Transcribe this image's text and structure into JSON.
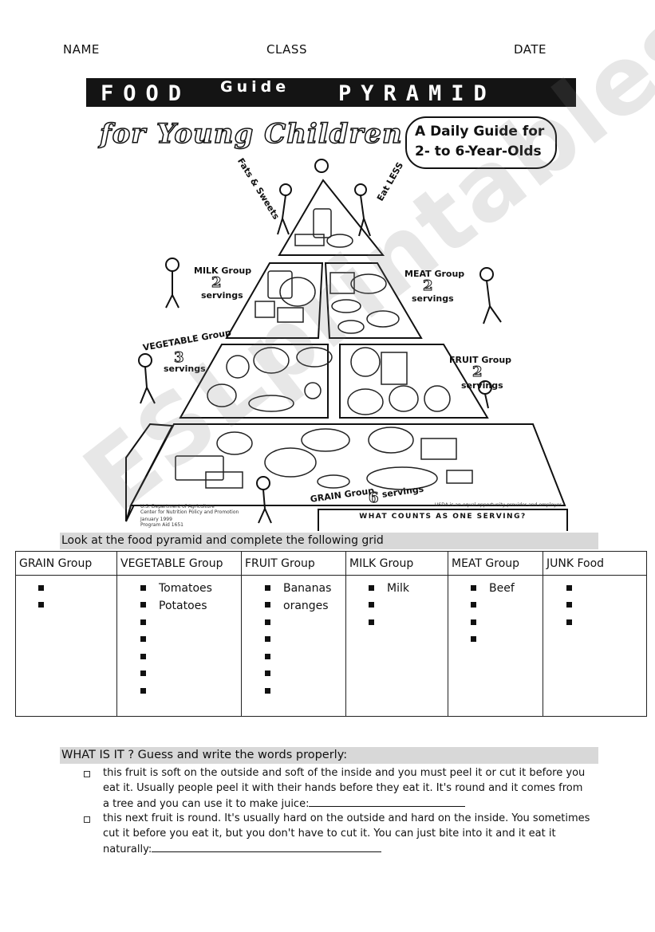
{
  "header": {
    "name_label": "NAME",
    "class_label": "CLASS",
    "date_label": "DATE"
  },
  "poster": {
    "title_food": "FOOD",
    "title_guide": "Guide",
    "title_pyramid": "PYRAMID",
    "subtitle": "for Young Children",
    "guide_line1": "A Daily Guide for",
    "guide_line2": "2- to 6-Year-Olds",
    "fats_label": "Fats & Sweets",
    "eat_less_label": "Eat LESS",
    "milk_label": "MILK Group",
    "milk_servings_num": "2",
    "milk_servings": "servings",
    "meat_label": "MEAT Group",
    "meat_servings_num": "2",
    "meat_servings": "servings",
    "vegetable_label": "VEGETABLE Group",
    "vegetable_servings_num": "3",
    "vegetable_servings": "servings",
    "fruit_label": "FRUIT Group",
    "fruit_servings_num": "2",
    "fruit_servings": "servings",
    "grain_label": "GRAIN Group",
    "grain_servings_num": "6",
    "grain_servings": "servings",
    "serving_box": "WHAT COUNTS AS ONE SERVING?",
    "usda_line1": "U.S. Department of Agriculture",
    "usda_line2": "Center for Nutrition Policy and Promotion",
    "usda_line3": "January 1999",
    "usda_line4": "Program Aid 1651",
    "usda_right": "USDA is an equal opportunity provider and employer.",
    "watermark": "ESLprintables.com"
  },
  "instruction": "Look at the food pyramid and complete the following grid",
  "grid": {
    "columns": [
      {
        "header": "GRAIN Group",
        "items": [
          "",
          ""
        ]
      },
      {
        "header": "VEGETABLE Group",
        "items": [
          "Tomatoes",
          "Potatoes",
          "",
          "",
          "",
          "",
          ""
        ]
      },
      {
        "header": "FRUIT Group",
        "items": [
          "Bananas",
          "oranges",
          "",
          "",
          "",
          "",
          ""
        ]
      },
      {
        "header": "MILK Group",
        "items": [
          "Milk",
          "",
          ""
        ]
      },
      {
        "header": "MEAT Group",
        "items": [
          "Beef",
          "",
          "",
          ""
        ]
      },
      {
        "header": "JUNK Food",
        "items": [
          "",
          "",
          ""
        ]
      }
    ]
  },
  "section2": {
    "title": "WHAT IS IT ? Guess and write the words properly:",
    "q1_line1": "this fruit is soft on the outside and soft of the inside and you must peel it or cut it before you",
    "q1_line2": "eat it. Usually people peel it with their hands before they eat it. It's round and it comes from",
    "q1_line3": "a tree and you can use it to make juice:",
    "q2_line1": "this next fruit is round. It's usually hard on the outside and hard on the inside. You sometimes",
    "q2_line2": "cut it before you eat it, but you don't have to cut it. You can just bite into it and it eat it",
    "q2_line3": "naturally:"
  }
}
